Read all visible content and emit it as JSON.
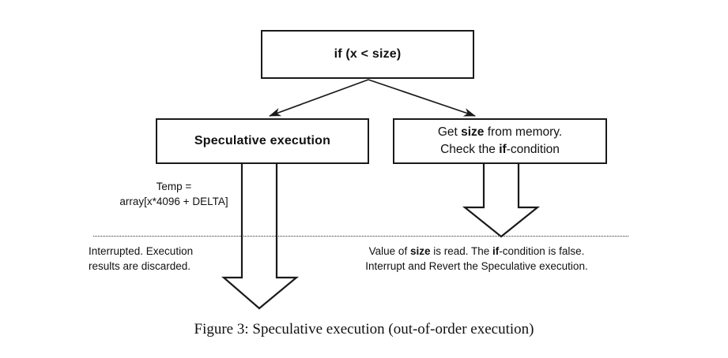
{
  "figure": {
    "caption": "Figure 3: Speculative execution (out-of-order execution)"
  },
  "boxes": {
    "condition": {
      "label": "if (x < size)"
    },
    "speculative": {
      "label": "Speculative execution"
    },
    "getsize": {
      "line1_prefix": "Get ",
      "line1_bold": "size",
      "line1_suffix": " from memory.",
      "line2_prefix": "Check the ",
      "line2_bold": "if",
      "line2_suffix": "-condition"
    }
  },
  "notes": {
    "temp": {
      "line1": "Temp =",
      "line2": "array[x*4096 + DELTA]"
    },
    "interrupted": {
      "line1": "Interrupted. Execution",
      "line2": "results are discarded."
    },
    "value_read": {
      "line1_prefix": "Value of ",
      "line1_bold1": "size",
      "line1_middle": " is read. The ",
      "line1_bold2": "if",
      "line1_suffix": "-condition is false.",
      "line2": "Interrupt and Revert the Speculative execution."
    }
  },
  "colors": {
    "stroke": "#1a1a1a",
    "text": "#111111",
    "background": "#ffffff",
    "divider": "#2b2b2b"
  }
}
